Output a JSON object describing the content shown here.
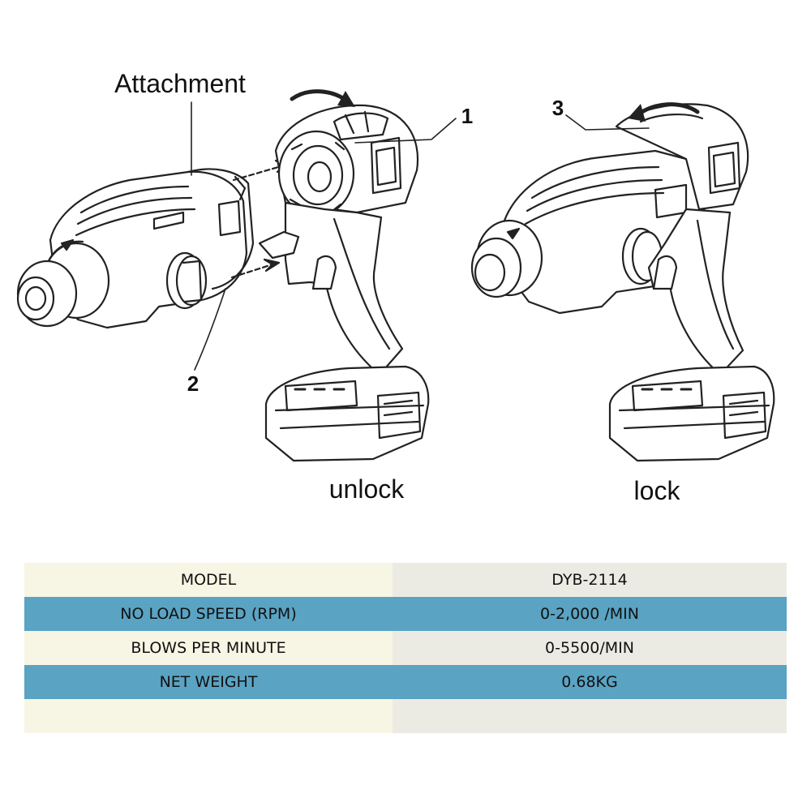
{
  "diagram": {
    "attachment_label": "Attachment",
    "callout_1": "1",
    "callout_2": "2",
    "callout_3": "3",
    "unlock_caption": "unlock",
    "lock_caption": "lock"
  },
  "spec_table": {
    "rows": [
      {
        "label": "MODEL",
        "value": "DYB-2114"
      },
      {
        "label": "NO LOAD SPEED (RPM)",
        "value": "0-2,000 /MIN"
      },
      {
        "label": "BLOWS PER MINUTE",
        "value": "0-5500/MIN"
      },
      {
        "label": "NET WEIGHT",
        "value": "0.68KG"
      },
      {
        "label": "",
        "value": ""
      }
    ]
  }
}
